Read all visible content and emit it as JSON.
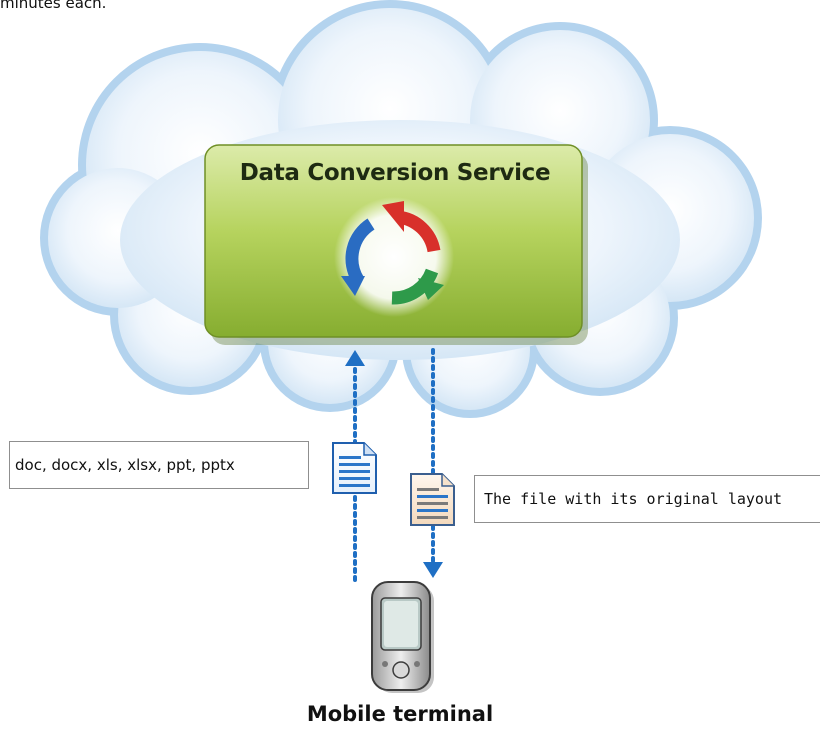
{
  "top_text": "minutes each.",
  "service": {
    "title": "Data Conversion Service"
  },
  "input": {
    "formats_label": "doc, docx, xls, xlsx, ppt, pptx"
  },
  "output": {
    "label": "The file with its original layout"
  },
  "terminal": {
    "label": "Mobile terminal"
  },
  "colors": {
    "cloud_edge": "#9cc6e6",
    "cloud_fill": "#eaf3fb",
    "service_box": "#a8c94a",
    "service_box_edge": "#6f8f26",
    "arrow": "#1f6fc4",
    "cycle_red": "#d8302a",
    "cycle_green": "#2e9a4a",
    "cycle_blue": "#2a6cc2"
  },
  "icons": [
    "conversion-cycle-icon",
    "input-document-icon",
    "output-document-icon",
    "mobile-phone-icon"
  ]
}
